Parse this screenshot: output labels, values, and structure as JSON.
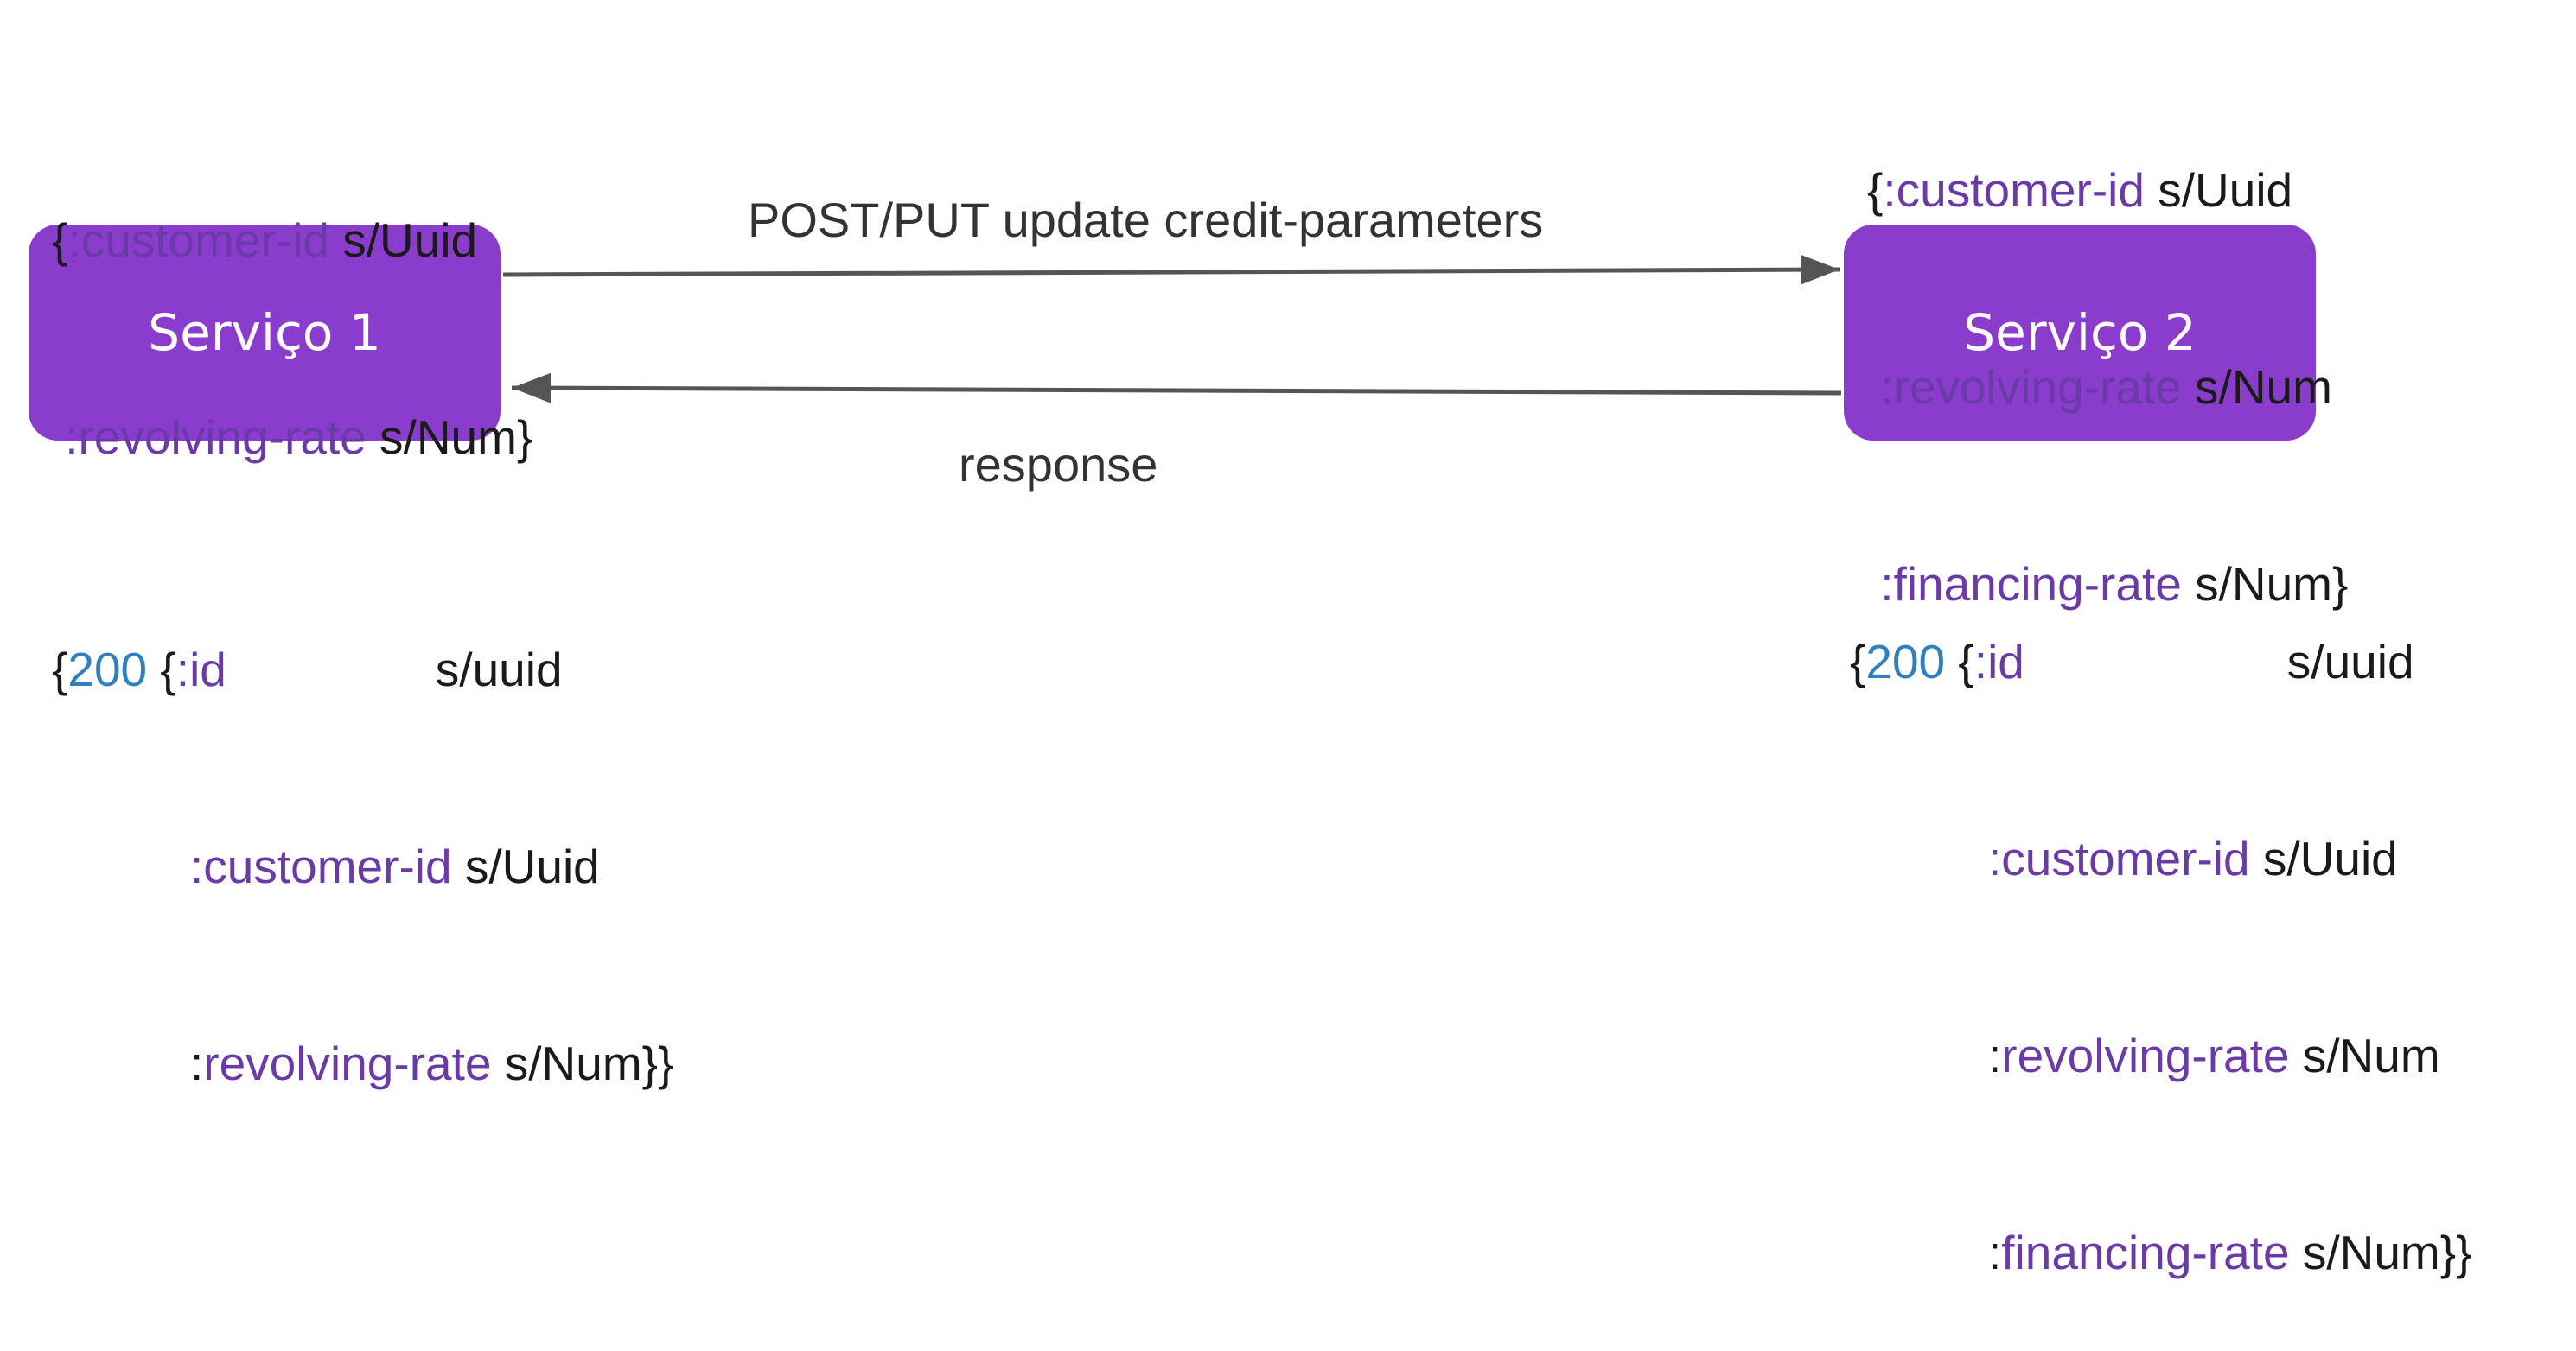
{
  "services": {
    "service1": "Serviço 1",
    "service2": "Serviço 2"
  },
  "arrows": {
    "request_label": "POST/PUT update credit-parameters",
    "response_label": "response"
  },
  "schemas": {
    "service1_request": {
      "lines": [
        {
          "open": "{",
          "key": ":customer-id",
          "type": "s/Uuid",
          "close": ""
        },
        {
          "open": " ",
          "key": ":revolving-rate",
          "type": "s/Num",
          "close": "}"
        }
      ]
    },
    "service2_request": {
      "lines": [
        {
          "open": "{",
          "key": ":customer-id",
          "type": "s/Uuid",
          "close": ""
        },
        {
          "open": " ",
          "key": ":revolving-rate",
          "type": "s/Num",
          "close": ""
        },
        {
          "open": " ",
          "key": ":financing-rate",
          "type": "s/Num",
          "close": "}"
        }
      ]
    },
    "service1_response": {
      "open_brace": "{",
      "status": "200",
      "inner_brace": "{",
      "lines": [
        {
          "key": ":id",
          "type": "s/uuid",
          "close": ""
        },
        {
          "key": ":customer-id",
          "type": "s/Uuid",
          "close": ""
        },
        {
          "prefix": ":",
          "key": "revolving-rate",
          "type": "s/Num",
          "close": "}}"
        }
      ]
    },
    "service2_response": {
      "open_brace": "{",
      "status": "200",
      "inner_brace": "{",
      "lines": [
        {
          "key": ":id",
          "type": "s/uuid",
          "close": ""
        },
        {
          "key": ":customer-id",
          "type": "s/Uuid",
          "close": ""
        },
        {
          "prefix": ":",
          "key": "revolving-rate",
          "type": "s/Num",
          "close": ""
        },
        {
          "prefix": ":",
          "key": "financing-rate",
          "type": "s/Num",
          "close": "}}"
        }
      ]
    }
  },
  "colors": {
    "box_fill": "#8a3ccc",
    "keyword": "#6a3aa8",
    "status_code": "#2f7fc1",
    "arrow": "#555555"
  }
}
